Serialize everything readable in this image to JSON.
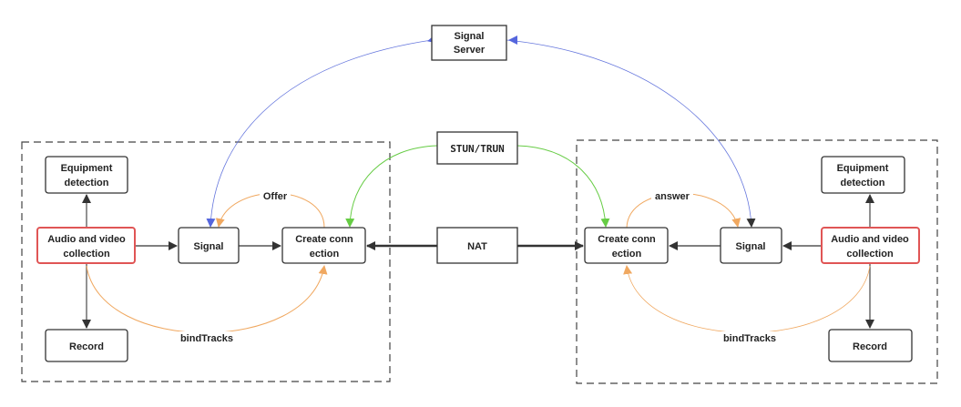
{
  "nodes": {
    "signal_server": [
      "Signal",
      "Server"
    ],
    "stun": "STUN/TRUN",
    "nat": "NAT",
    "left": {
      "equipment": [
        "Equipment",
        "detection"
      ],
      "audio": [
        "Audio and video",
        "collection"
      ],
      "signal": "Signal",
      "create": [
        "Create conn",
        "ection"
      ],
      "record": "Record"
    },
    "right": {
      "equipment": [
        "Equipment",
        "detection"
      ],
      "audio": [
        "Audio and video",
        "collection"
      ],
      "signal": "Signal",
      "create": [
        "Create conn",
        "ection"
      ],
      "record": "Record"
    }
  },
  "edge_labels": {
    "offer": "Offer",
    "answer": "answer",
    "bind_left": "bindTracks",
    "bind_right": "bindTracks"
  },
  "colors": {
    "orange": "#f0a860",
    "blue": "#6677dd",
    "green": "#66cc44",
    "red": "#e05555"
  }
}
